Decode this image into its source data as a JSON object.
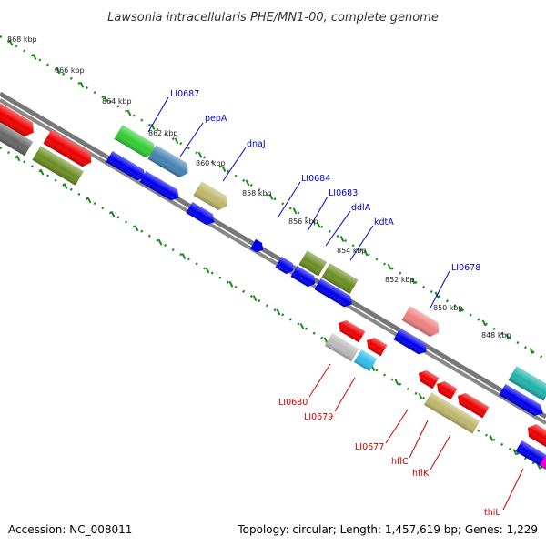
{
  "title": "Lawsonia intracellularis PHE/MN1-00, complete genome",
  "footer": {
    "accession": "Accession: NC_008011",
    "summary": "Topology: circular; Length: 1,457,619 bp; Genes: 1,229"
  },
  "ticks": [
    "868 kbp",
    "866 kbp",
    "864 kbp",
    "862 kbp",
    "860 kbp",
    "858 kbp",
    "856 kbp",
    "854 kbp",
    "852 kbp",
    "850 kbp",
    "848 kbp"
  ],
  "gene_labels_forward": [
    "LI0687",
    "pepA",
    "dnaJ",
    "LI0684",
    "LI0683",
    "ddlA",
    "kdtA",
    "LI0678"
  ],
  "gene_labels_reverse": [
    "LI0680",
    "LI0679",
    "LI0677",
    "hflC",
    "hflK",
    "thiL"
  ],
  "colors": {
    "forward_label": "#0000cc",
    "reverse_label": "#cc0000",
    "backbone": "#777777",
    "tick_dots": "#1a8a1a",
    "cds_blue": "#0000ee",
    "cds_red": "#ee0000"
  }
}
